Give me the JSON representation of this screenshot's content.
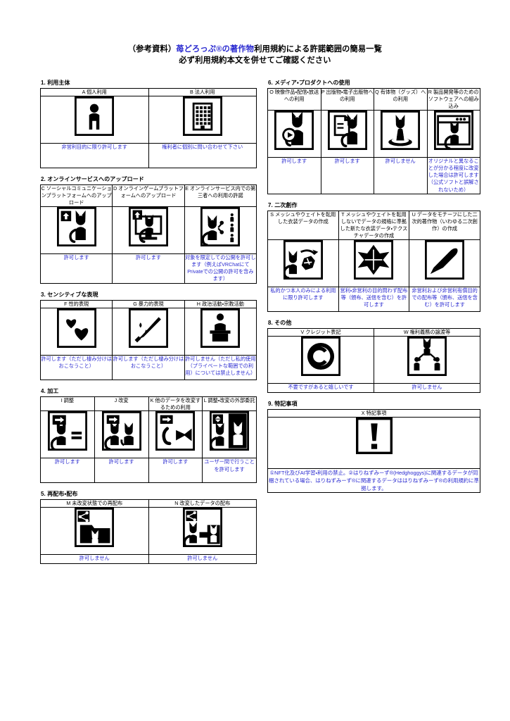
{
  "colors": {
    "blue": "#2a2ad0",
    "ink": "#000000",
    "paper": "#ffffff"
  },
  "title": {
    "line1_prefix": "（参考資料）",
    "line1_blue": "苺どろっぷ®の著作物",
    "line1_suffix": "利用規約による許諾範囲の簡易一覧",
    "line2": "必ず利用規約本文を併せてご確認ください"
  },
  "sections": [
    {
      "number": "1.",
      "title": "利用主体",
      "column": "left",
      "cells": [
        {
          "code": "A",
          "label": "個人利用",
          "icon": "person-icon",
          "permission": "非営利目的に限り許可します"
        },
        {
          "code": "B",
          "label": "法人利用",
          "icon": "building-icon",
          "permission": "権利者に個別に問い合わせて下さい"
        }
      ]
    },
    {
      "number": "2.",
      "title": "オンラインサービスへのアップロード",
      "column": "left",
      "cells": [
        {
          "code": "C",
          "label": "ソーシャルコミュニケーションプラットフォームへのアップロード",
          "icon": "cat-upload-icon",
          "permission": "許可します"
        },
        {
          "code": "D",
          "label": "オンラインゲームプラットフォームへのアップロード",
          "icon": "cat-monitor-upload-icon",
          "permission": "許可します"
        },
        {
          "code": "E",
          "label": "オンラインサービス内での第三者への利用の許諾",
          "icon": "cat-share-people-icon",
          "permission": "対象を限定しての公開を許可します（例えばVRChatにてPrivateでの公開の許可を含みます）"
        }
      ]
    },
    {
      "number": "3.",
      "title": "センシティブな表現",
      "column": "left",
      "cells": [
        {
          "code": "F",
          "label": "性的表現",
          "icon": "hearts-icon",
          "permission": "許可します（ただし棲み分けはおこなうこと）"
        },
        {
          "code": "G",
          "label": "暴力的表現",
          "icon": "knife-icon",
          "permission": "許可します（ただし棲み分けはおこなうこと）"
        },
        {
          "code": "H",
          "label": "政治活動・宗教活動",
          "icon": "podium-speaker-icon",
          "permission": "許可しません（ただし私的使用（プライベートな範囲での利用）については禁止しません）"
        }
      ]
    },
    {
      "number": "4.",
      "title": "加工",
      "column": "left",
      "cells": [
        {
          "code": "I",
          "label": "調整",
          "icon": "cat-equals-icon",
          "permission": "許可します"
        },
        {
          "code": "J",
          "label": "改変",
          "icon": "cat-two-variants-icon",
          "permission": "許可します"
        },
        {
          "code": "K",
          "label": "他のデータを改変するための利用",
          "icon": "cat-tail-ribbon-icon",
          "permission": "許可します"
        },
        {
          "code": "L",
          "label": "調整・改変の外部委託",
          "icon": "cat-handoff-icon",
          "permission": "ユーザー間で行うことを許可します"
        }
      ]
    },
    {
      "number": "5.",
      "title": "再配布・配布",
      "column": "left",
      "cells": [
        {
          "code": "M",
          "label": "未改変状態での再配布",
          "icon": "share-folder-cat-icon",
          "permission": "許可しません"
        },
        {
          "code": "N",
          "label": "改変したデータの配布",
          "icon": "share-cat-modified-icon",
          "permission": "許可しません"
        }
      ]
    },
    {
      "number": "6.",
      "title": "メディア・プロダクトへの使用",
      "column": "right",
      "cells": [
        {
          "code": "O",
          "label": "映像作品・配信・放送への利用",
          "icon": "cat-play-button-icon",
          "permission": "許可します"
        },
        {
          "code": "P",
          "label": "出版物・電子出版物への利用",
          "icon": "cat-document-icon",
          "permission": "許可します"
        },
        {
          "code": "Q",
          "label": "有体物（グッズ）への利用",
          "icon": "cat-figurine-icon",
          "permission": "許可しません"
        },
        {
          "code": "R",
          "label": "製品開発等のためのソフトウェアへの組み込み",
          "icon": "cat-app-window-icon",
          "permission": "オリジナルと異なることが分かる程度に改変した場合は許可します（公式ソフトと誤解されないため）"
        }
      ]
    },
    {
      "number": "7.",
      "title": "二次創作",
      "column": "right",
      "cells": [
        {
          "code": "S",
          "label": "メッシュやウェイトを転用した衣装データの作成",
          "icon": "cat-costume-reuse-icon",
          "permission": "私的かつ本人のみによる利用に限り許可します"
        },
        {
          "code": "T",
          "label": "メッシュやウェイトを転用しないでデータの規格に準拠した新たな衣装データ・テクスチャデータの作成",
          "icon": "costume-new-icon",
          "permission": "営利・非営利の目的問わず配布等（頒布、送信を含む）を許可します"
        },
        {
          "code": "U",
          "label": "データをモチーフにした二次的著作物（いわゆる二次創作）の作成",
          "icon": "paintbrush-icon",
          "permission": "非営利および非営利有償目的での配布等（頒布、送信を含む）を許可します"
        }
      ]
    },
    {
      "number": "8.",
      "title": "その他",
      "column": "right",
      "cells": [
        {
          "code": "V",
          "label": "クレジット表記",
          "icon": "copyright-icon",
          "permission": "不要ですがあると嬉しいです"
        },
        {
          "code": "W",
          "label": "権利義務の譲渡等",
          "icon": "rights-transfer-icon",
          "permission": "許可しません"
        }
      ]
    },
    {
      "number": "9.",
      "title": "特記事項",
      "column": "right",
      "cells": [
        {
          "code": "X",
          "label": "特記事項",
          "icon": "exclamation-icon",
          "permission": "①NFT化及びAI学習・利用の禁止。②はりねずみーず®(Hedghoggys)に関連するデータが同梱されている場合、はりねずみーず®に関連するデータははりねずみーず®の利用規約に準拠します。"
        }
      ]
    }
  ]
}
